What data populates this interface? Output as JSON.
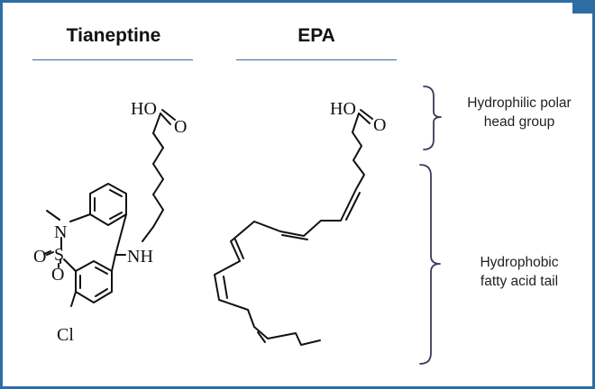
{
  "molecules": [
    {
      "name": "Tianeptine"
    },
    {
      "name": "EPA"
    }
  ],
  "atom_labels": {
    "tianeptine_ho": "HO",
    "tianeptine_o": "O",
    "tianeptine_n": "N",
    "tianeptine_s": "S",
    "tianeptine_os": "O",
    "tianeptine_os2": "O",
    "tianeptine_nh": "NH",
    "tianeptine_cl": "Cl",
    "epa_ho": "HO",
    "epa_o": "O"
  },
  "regions": {
    "head": {
      "line1": "Hydrophilic polar",
      "line2": "head group"
    },
    "tail": {
      "line1": "Hydrophobic",
      "line2": "fatty acid tail"
    }
  },
  "colors": {
    "frame": "#2e6da4",
    "bracket": "#3a3a5a",
    "ink": "#111111"
  }
}
